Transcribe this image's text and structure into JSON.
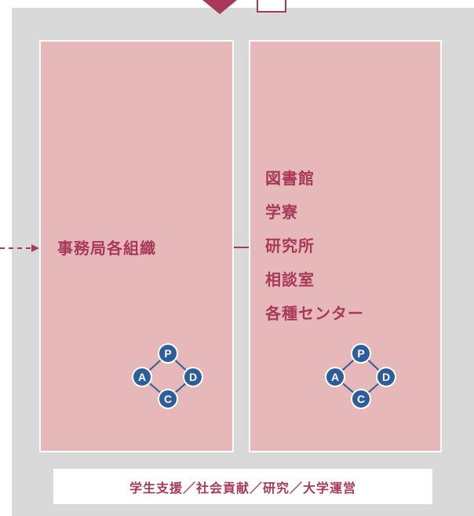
{
  "left_panel": {
    "label": "事務局各組織"
  },
  "right_panel": {
    "items": [
      "図書館",
      "学寮",
      "研究所",
      "相談室",
      "各種センター"
    ]
  },
  "pdca": {
    "p": "P",
    "d": "D",
    "c": "C",
    "a": "A"
  },
  "footer": {
    "text": "学生支援／社会貢献／研究／大学運営"
  },
  "colors": {
    "accent": "#a8395a",
    "panel": "#e7b8b9",
    "frame": "#d9d9d9",
    "node": "#2f5d9a"
  }
}
